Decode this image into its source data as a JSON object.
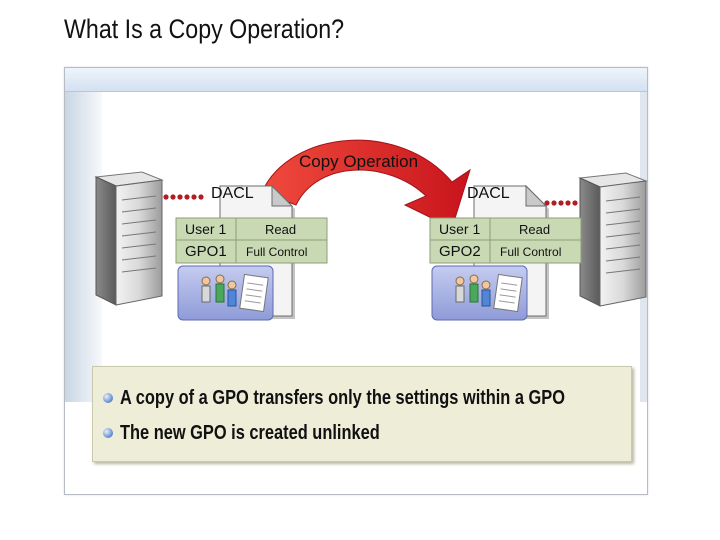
{
  "slide": {
    "title": "What Is a Copy Operation?"
  },
  "diagram": {
    "operation_label": "Copy Operation",
    "source": {
      "dacl_label": "DACL",
      "user": "User 1",
      "permission": "Read",
      "gpo": "GPO1",
      "control": "Full Control"
    },
    "target": {
      "dacl_label": "DACL",
      "user": "User 1",
      "permission": "Read",
      "gpo": "GPO2",
      "control": "Full Control"
    },
    "colors": {
      "arrow": "#e8262b",
      "link_dots": "#b01e23",
      "acl_table": "#c8d9b4",
      "gpo_icon": "#a9b4e8"
    },
    "icons": [
      "server-icon",
      "group-policy-icon"
    ]
  },
  "bullets": [
    "A copy of a GPO transfers only the settings within a GPO",
    "The new GPO is created unlinked"
  ]
}
